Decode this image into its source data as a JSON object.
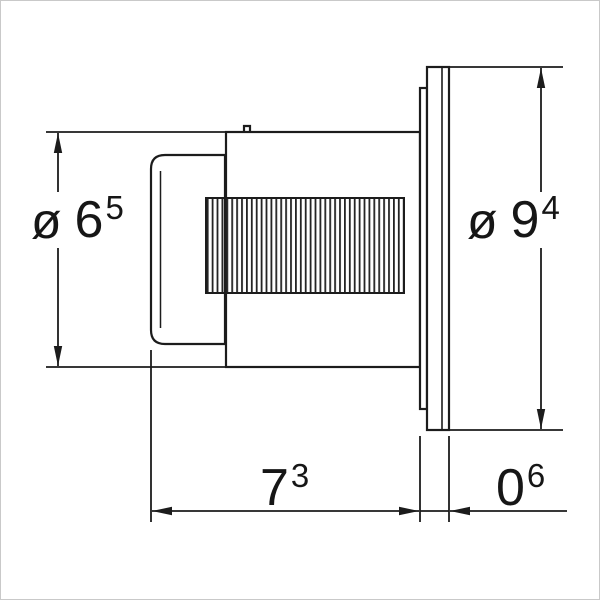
{
  "page": {
    "background": "#ffffff",
    "line_color": "#1c1c1c"
  },
  "drawing": {
    "labels": {
      "left_diameter": {
        "symbol": "ø",
        "value": "6",
        "sup": "5"
      },
      "right_diameter": {
        "symbol": "ø",
        "value": "9",
        "sup": "4"
      },
      "depth": {
        "value": "7",
        "sup": "3"
      },
      "offset": {
        "value": "0",
        "sup": "6"
      }
    }
  }
}
